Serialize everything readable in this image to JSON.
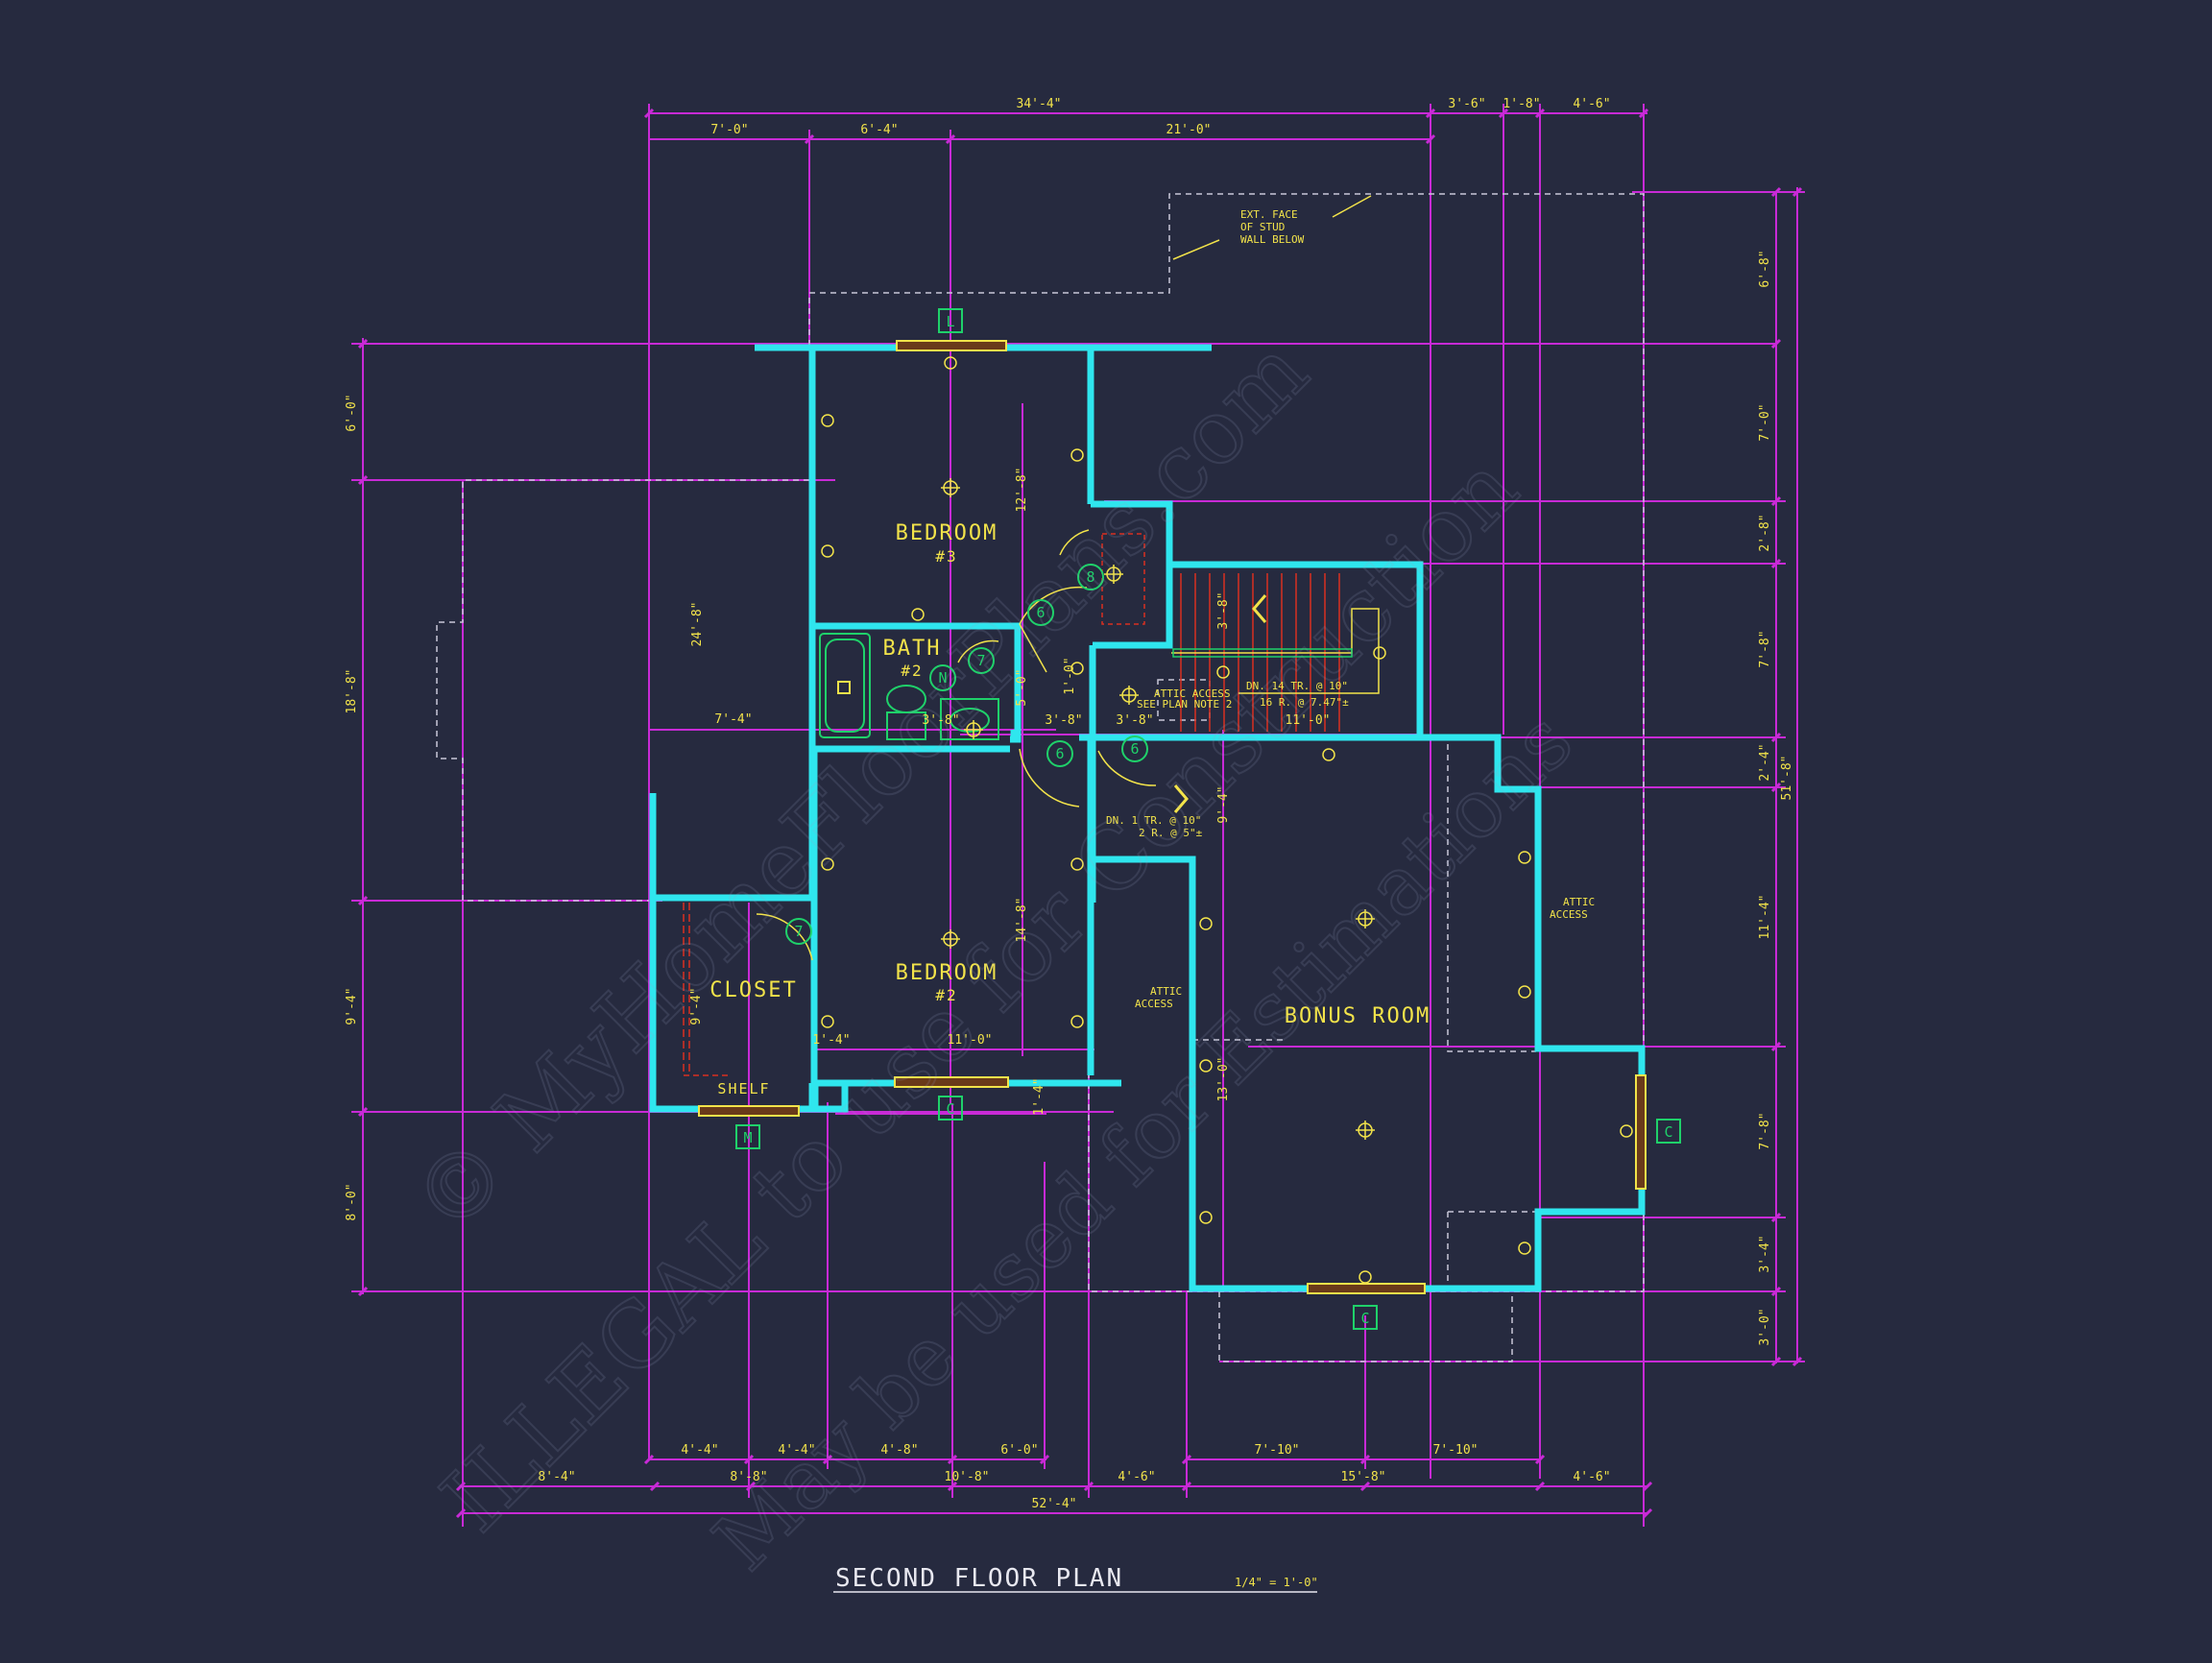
{
  "plan": {
    "title": "SECOND FLOOR PLAN",
    "scale": "1/4\" = 1'-0\"",
    "colors": {
      "background": "#262a3f",
      "walls": "#2fe6ee",
      "dimensions": "#c82ad6",
      "text": "#f2e34a",
      "tags": "#1fd16a",
      "hidden": "#c8c8d8"
    },
    "dims_top": {
      "overall": "34'-4\"",
      "right_a": "3'-6\"",
      "right_b": "1'-8\"",
      "right_c": "4'-6\"",
      "seg1": "7'-0\"",
      "seg2": "6'-4\"",
      "seg3": "21'-0\""
    },
    "dims_left": [
      "6'-0\"",
      "18'-8\"",
      "9'-4\"",
      "8'-0\""
    ],
    "dims_right": [
      "6'-8\"",
      "7'-0\"",
      "2'-8\"",
      "7'-8\"",
      "2'-4\"",
      "51'-8\"",
      "11'-4\"",
      "7'-8\"",
      "3'-4\"",
      "3'-0\""
    ],
    "dims_bottom": {
      "row1": [
        "4'-4\"",
        "4'-4\"",
        "4'-8\"",
        "6'-0\"",
        "7'-10\"",
        "7'-10\""
      ],
      "row2": [
        "8'-4\"",
        "8'-8\"",
        "10'-8\"",
        "4'-6\"",
        "15'-8\"",
        "4'-6\""
      ],
      "overall": "52'-4\""
    },
    "interior_dims": [
      "12'-8\"",
      "24'-8\"",
      "7'-4\"",
      "3'-8\"",
      "3'-8\"",
      "3'-8\"",
      "14'-8\"",
      "11'-0\"",
      "1'-4\"",
      "1'-4\"",
      "9'-4\"",
      "9'-4\"",
      "5'-0\"",
      "3'-8\"",
      "1'-0\"",
      "11'-0\"",
      "13'-0\""
    ],
    "rooms": {
      "bedroom3": "BEDROOM",
      "bedroom3_num": "#3",
      "bath": "BATH",
      "bath_num": "#2",
      "bedroom2": "BEDROOM",
      "bedroom2_num": "#2",
      "closet": "CLOSET",
      "shelf": "SHELF",
      "bonus": "BONUS ROOM"
    },
    "notes": {
      "ext_face_1": "EXT. FACE",
      "ext_face_2": "OF STUD",
      "ext_face_3": "WALL BELOW",
      "attic_access_stair_1": "ATTIC ACCESS",
      "attic_access_stair_2": "SEE PLAN NOTE 2",
      "stair_dn_1": "DN. 14 TR. @ 10\"",
      "stair_dn_2": "16 R. @ 7.47\"±",
      "step_dn_1": "DN. 1 TR. @ 10\"",
      "step_dn_2": "2 R. @ 5\"±",
      "attic_left_1": "ATTIC",
      "attic_left_2": "ACCESS",
      "attic_right_1": "ATTIC",
      "attic_right_2": "ACCESS"
    },
    "tags": {
      "window_top": "L",
      "window_bedroom2": "C",
      "window_closet": "M",
      "window_bonus_bottom": "C",
      "window_bonus_right": "C",
      "door": "6",
      "door_closet": "7",
      "door_bath": "7",
      "door_linen": "8",
      "north": "N"
    },
    "watermark": {
      "line1": "© MyHomeFloorPlans.com",
      "line2": "ILLEGAL to use for Construction",
      "line3": "May be used for Estimations"
    }
  }
}
